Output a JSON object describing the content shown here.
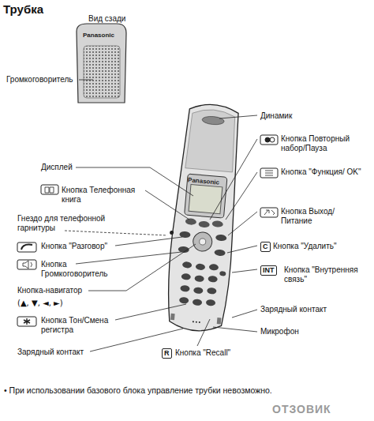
{
  "diagram": {
    "title": "Трубка",
    "labels": [
      "Вид сзади",
      "Panasonic",
      "Громкоговоритель",
      "Динамик",
      "Кнопка Повторный набор/Пауза",
      "Дисплей",
      "Panasonic",
      "Кнопка Телефонная книга",
      "Кнопка \"Функция/ OK\"",
      "Гнездо для телефонной гарнитуры",
      "Кнопка Выход/ Питание",
      "Кнопка \"Разговор\"",
      "C",
      "Кнопка \"Удалить\"",
      "Кнопка Громкоговоритель",
      "INT",
      "Кнопка \"Внутренняя связь\"",
      "Кнопка-навигатор",
      "(▲, ▼, ◄, ►)",
      "Зарядный контакт",
      "Кнопка Тон/Смена регистра",
      "Микрофон",
      "Зарядный контакт",
      "R",
      "Кнопка \"Recall\"",
      "• При использовании базового блока управление трубки невозможно.",
      "ОТЗОВИК"
    ]
  }
}
